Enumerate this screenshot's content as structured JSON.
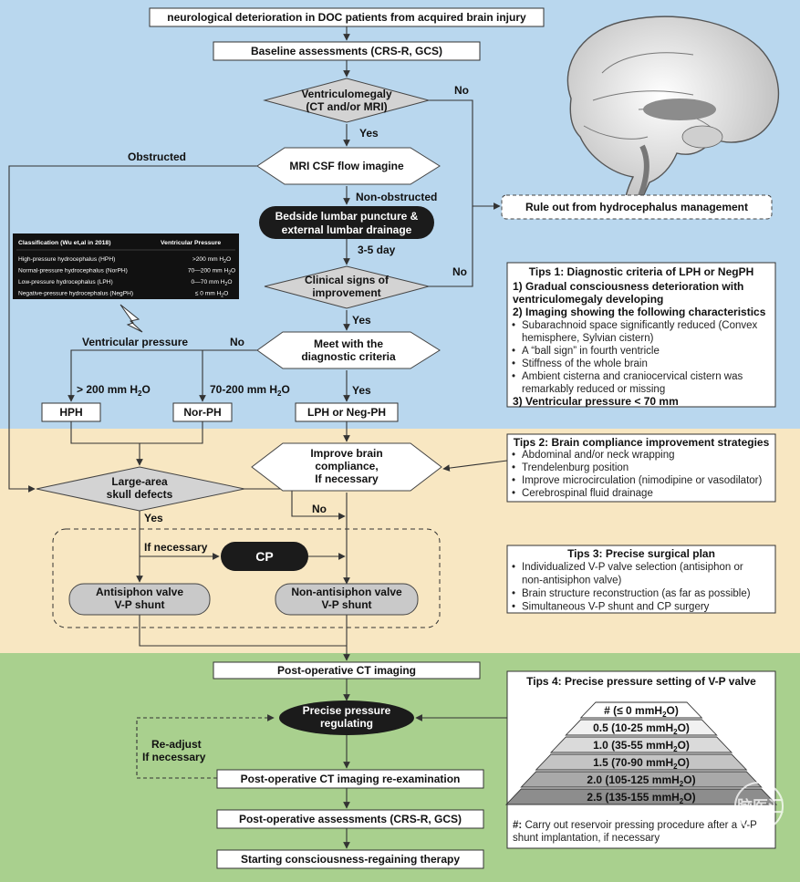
{
  "nodes": {
    "start": "neurological deterioration in DOC patients from acquired brain injury",
    "baseline": "Baseline  assessments (CRS-R, GCS)",
    "ventriculomegaly": [
      "Ventriculomegaly",
      "(CT and/or MRI)"
    ],
    "mri_csf": "MRI CSF flow imagine",
    "lumbar": [
      "Bedside lumbar puncture &",
      "external lumbar drainage"
    ],
    "clinical_signs": [
      "Clinical signs of",
      "improvement"
    ],
    "rule_out": "Rule out from hydrocephalus management",
    "meet_criteria": [
      "Meet with the",
      "diagnostic criteria"
    ],
    "hph": "HPH",
    "norph": "Nor-PH",
    "lph_negph": "LPH or Neg-PH",
    "improve_compliance": [
      "Improve brain",
      "compliance,",
      "If necessary"
    ],
    "skull_defects": [
      "Large-area",
      "skull defects"
    ],
    "cp": "CP",
    "antisiphon": [
      "Antisiphon valve",
      "V-P shunt"
    ],
    "non_antisiphon": [
      "Non-antisiphon valve",
      "V-P shunt"
    ],
    "postop_ct": "Post-operative CT imaging",
    "precise_pressure": [
      "Precise pressure",
      "regulating"
    ],
    "postop_ct_reexam": "Post-operative CT imaging re-examination",
    "postop_assess": "Post-operative assessments (CRS-R, GCS)",
    "therapy": "Starting consciousness-regaining therapy"
  },
  "edges": {
    "yes": "Yes",
    "no": "No",
    "obstructed": "Obstructed",
    "non_obstructed": "Non-obstructed",
    "days": "3-5 day",
    "ventricular_pressure": "Ventricular pressure",
    "gt200": "> 200 mm H",
    "range70_200": "70-200 mm H",
    "h2o_tail": "O",
    "h2o_sub": "2",
    "if_necessary": "If necessary",
    "readjust": [
      "Re-adjust",
      "If necessary"
    ]
  },
  "classification_table": {
    "header": [
      "Classification (Wu et,al in 2018)",
      "Ventricular Pressure"
    ],
    "rows": [
      [
        "High-pressure hydrocephalus (HPH)",
        ">200 mm H",
        "O"
      ],
      [
        "Normal-pressure hydrocephalus (NorPH)",
        "70—200 mm H",
        "O"
      ],
      [
        "Low-pressure hydrocephalus (LPH)",
        "0—70 mm H",
        "O"
      ],
      [
        "Negative-pressure hydrocephalus (NegPH)",
        "≤ 0 mm H",
        "O"
      ]
    ],
    "sub": "2"
  },
  "tips1": {
    "title": "Tips 1: Diagnostic criteria of LPH or NegPH",
    "lines": [
      {
        "t": "1) Gradual consciousness deterioration with",
        "b": true
      },
      {
        "t": "ventriculomegaly developing",
        "b": true
      },
      {
        "t": "2) Imaging showing the following characteristics",
        "b": true
      },
      {
        "t": "Subarachnoid space significantly reduced (Convex",
        "bullet": true
      },
      {
        "t": "hemisphere, Sylvian cistern)"
      },
      {
        "t": "A “ball sign” in fourth ventricle",
        "bullet": true
      },
      {
        "t": "Stiffness of the whole brain",
        "bullet": true
      },
      {
        "t": "Ambient cisterna and craniocervical cistern was",
        "bullet": true
      },
      {
        "t": "remarkably reduced or missing"
      },
      {
        "t": "3) Ventricular pressure < 70 mm",
        "b": true
      }
    ]
  },
  "tips2": {
    "title": "Tips 2: Brain compliance improvement strategies",
    "items": [
      "Abdominal and/or neck wrapping",
      "Trendelenburg position",
      "Improve  microcirculation (nimodipine or vasodilator)",
      "Cerebrospinal fluid drainage"
    ]
  },
  "tips3": {
    "title": "Tips 3: Precise surgical plan",
    "lines": [
      {
        "t": "Individualized V-P valve selection (antisiphon or",
        "bullet": true
      },
      {
        "t": "non-antisiphon valve)"
      },
      {
        "t": "Brain structure reconstruction (as far as possible)",
        "bullet": true
      },
      {
        "t": "Simultaneous V-P shunt and CP surgery",
        "bullet": true
      }
    ]
  },
  "tips4": {
    "title": "Tips 4: Precise pressure setting of V-P valve",
    "levels": [
      {
        "a": "# (≤ 0 mmH",
        "b": "O)",
        "fill": "#ffffff"
      },
      {
        "a": "0.5 (10-25 mmH",
        "b": "O)",
        "fill": "#f1f1f1"
      },
      {
        "a": "1.0 (35-55 mmH",
        "b": "O)",
        "fill": "#dadada"
      },
      {
        "a": "1.5 (70-90 mmH",
        "b": "O)",
        "fill": "#c4c4c4"
      },
      {
        "a": "2.0 (105-125 mmH",
        "b": "O)",
        "fill": "#a9a9a9"
      },
      {
        "a": "2.5 (135-155 mmH",
        "b": "O)",
        "fill": "#8d8d8d"
      }
    ],
    "sub": "2",
    "note_mark": "#:",
    "note": [
      "Carry out reservoir pressing procedure after a V-P",
      "shunt implantation, if necessary"
    ]
  },
  "watermark": "脑医汇",
  "colors": {
    "blue_band": "#b9d7ee",
    "yellow_band": "#f8e7c2",
    "green_band": "#a9d08e",
    "gray_shape": "#d3d3d3",
    "dark_pill": "#1b1b1b",
    "table_bg": "#111111"
  }
}
